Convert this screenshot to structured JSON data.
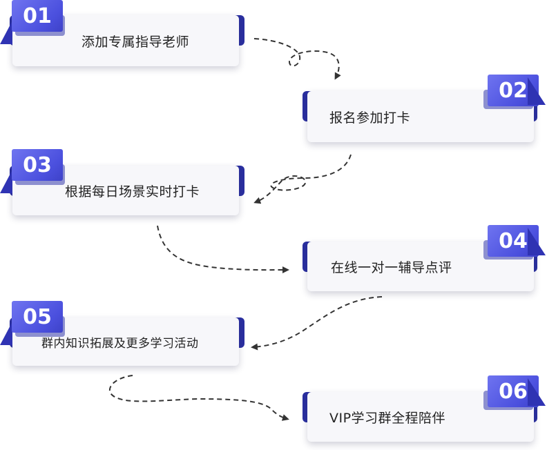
{
  "steps": [
    {
      "number": "01",
      "label": "添加专属指导老师"
    },
    {
      "number": "02",
      "label": "报名参加打卡"
    },
    {
      "number": "03",
      "label": "根据每日场景实时打卡"
    },
    {
      "number": "04",
      "label": "在线一对一辅导点评"
    },
    {
      "number": "05",
      "label": "群内知识拓展及更多学习活动"
    },
    {
      "number": "06",
      "label": "VIP学习群全程陪伴"
    }
  ],
  "colors": {
    "badge": "#5156e6",
    "badge_dark": "#2a2fa0",
    "card": "#f7f7fa",
    "arrow": "#333333"
  }
}
